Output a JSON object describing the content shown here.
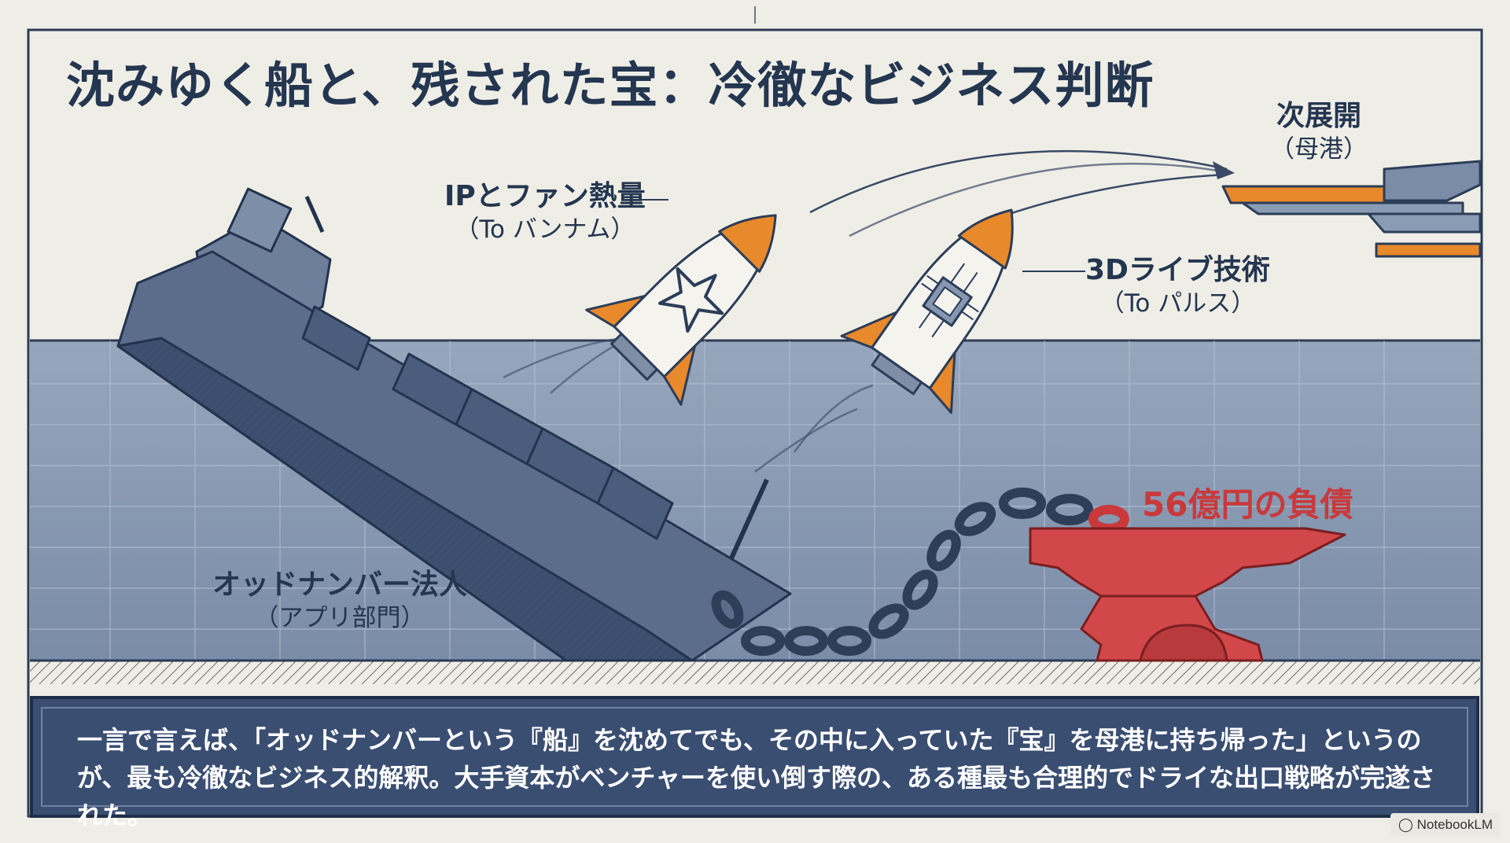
{
  "title": "沈みゆく船と、残された宝：冷徹なビジネス判断",
  "labels": {
    "next_line1": "次展開",
    "next_line2": "（母港）",
    "ip_line1": "IPとファン熱量",
    "ip_line2": "（To バンナム）",
    "tech_line1": "3Dライブ技術",
    "tech_line2": "（To パルス）",
    "ship_line1": "オッドナンバー法人",
    "ship_line2": "（アプリ部門）",
    "debt": "56億円の負債"
  },
  "caption": "一言で言えば、「オッドナンバーという『船』を沈めてでも、その中に入っていた『宝』を母港に持ち帰った」というのが、最も冷徹なビジネス的解釈。大手資本がベンチャーを使い倒す際の、ある種最も合理的でドライな出口戦略が完遂された。",
  "brand": "NotebookLM",
  "colors": {
    "navy": "#243650",
    "water": "#8a9bb4",
    "rocket_orange": "#e8892c",
    "anvil_red": "#d2474a",
    "caption_bg": "#3a4e72"
  },
  "icons": [
    "star-icon",
    "chip-icon",
    "notebooklm-icon"
  ]
}
